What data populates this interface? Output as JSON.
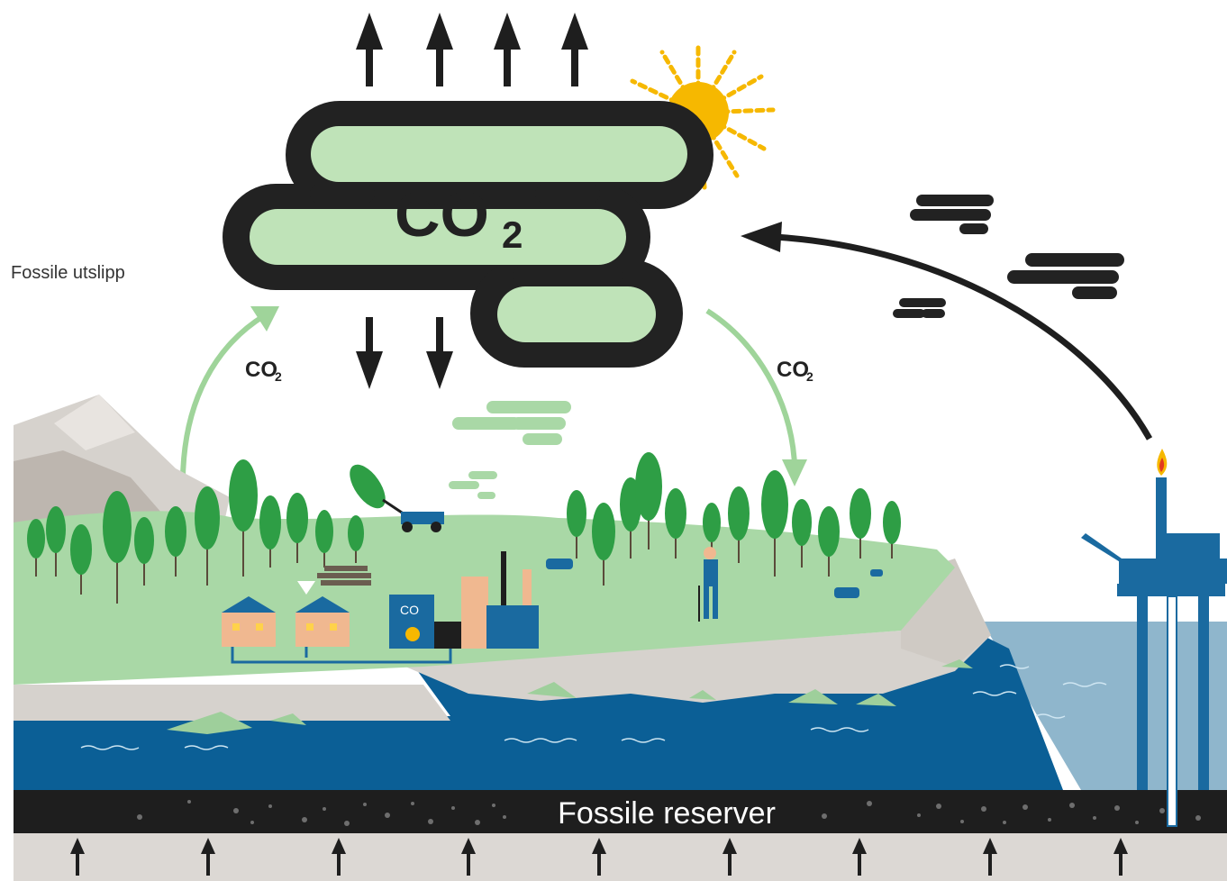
{
  "labels": {
    "fossil_emissions": "Fossile utslipp",
    "fossil_reserves": "Fossile reserver",
    "co2_main": "CO",
    "co2_main_sub": "2",
    "co2_left": "CO",
    "co2_left_sub": "2",
    "co2_right": "CO",
    "co2_right_sub": "2",
    "co2_factory": "CO"
  },
  "colors": {
    "cloud_fill": "#bfe3b8",
    "cloud_outline": "#222222",
    "land": "#a9d8a6",
    "tree": "#2e9e45",
    "water": "#0b5f96",
    "water_light": "#8fb6cc",
    "rock": "#d6d2cd",
    "reserve": "#1e1e1e",
    "bedrock": "#dcd8d4",
    "sun": "#f6b800",
    "platform": "#1a6aa0",
    "arrow_green": "#9fd49a",
    "arrow_dark": "#1e1e1e"
  }
}
